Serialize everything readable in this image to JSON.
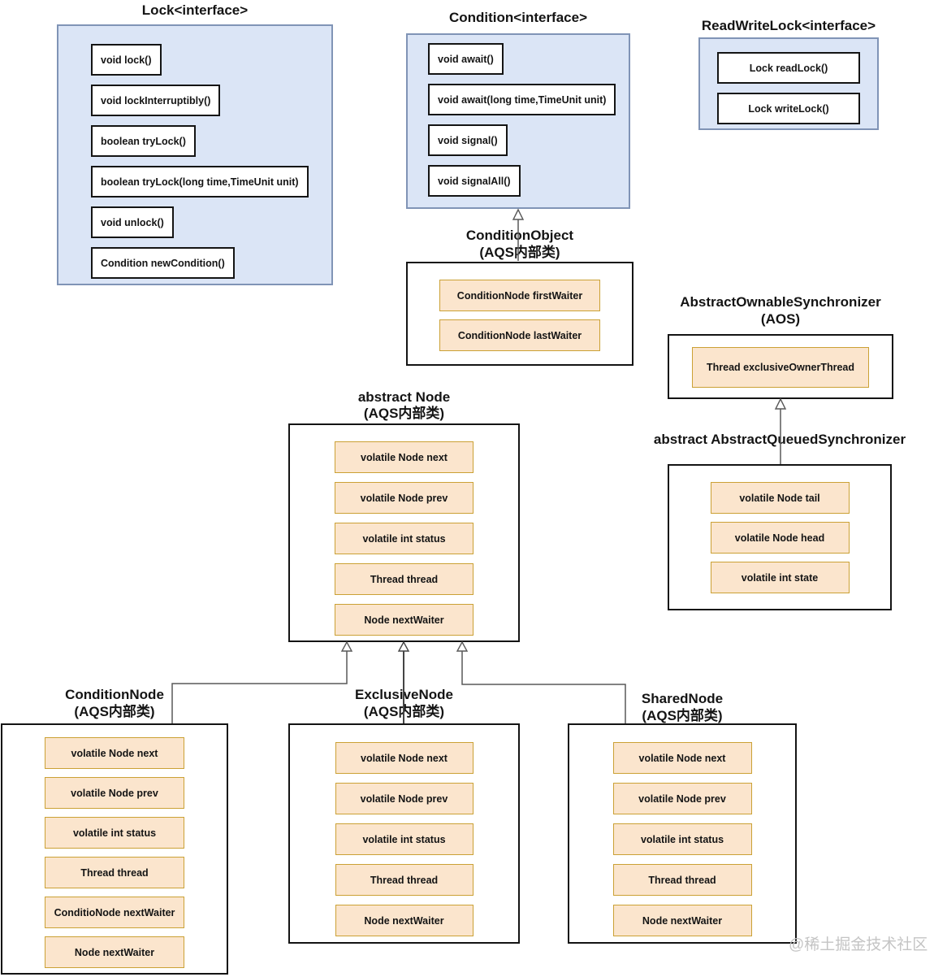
{
  "colors": {
    "blue_fill": "#dbe5f6",
    "blue_border": "#8094b6",
    "orange_fill": "#fbe5cd",
    "orange_border": "#cba135",
    "box_border": "#141414",
    "connector": "#595959",
    "watermark_gray": "#c4c4c4"
  },
  "watermark": "@稀土掘金技术社区",
  "classes": [
    {
      "id": "lock",
      "title": "Lock<interface>",
      "members": [
        "void lock()",
        "void lockInterruptibly()",
        "boolean tryLock()",
        "boolean tryLock(long time,TimeUnit unit)",
        "void unlock()",
        "Condition newCondition()"
      ]
    },
    {
      "id": "condition",
      "title": "Condition<interface>",
      "members": [
        "void await()",
        "void await(long time,TimeUnit unit)",
        "void signal()",
        "void signalAll()"
      ]
    },
    {
      "id": "readwritelock",
      "title": "ReadWriteLock<interface>",
      "members": [
        "Lock readLock()",
        "Lock writeLock()"
      ]
    },
    {
      "id": "condition-object",
      "title": "ConditionObject",
      "subtitle": "(AQS内部类)",
      "members": [
        "ConditionNode firstWaiter",
        "ConditionNode lastWaiter"
      ]
    },
    {
      "id": "aos",
      "title": "AbstractOwnableSynchronizer",
      "subtitle": "(AOS)",
      "members": [
        "Thread exclusiveOwnerThread"
      ]
    },
    {
      "id": "abstract-node",
      "title": "abstract Node",
      "subtitle": "(AQS内部类)",
      "members": [
        "volatile Node next",
        "volatile Node prev",
        "volatile int status",
        "Thread thread",
        "Node nextWaiter"
      ]
    },
    {
      "id": "aqs",
      "title": "abstract AbstractQueuedSynchronizer",
      "members": [
        "volatile Node tail",
        "volatile Node head",
        "volatile int state"
      ]
    },
    {
      "id": "condition-node",
      "title": "ConditionNode",
      "subtitle": "(AQS内部类)",
      "members": [
        "volatile Node next",
        "volatile Node prev",
        "volatile int status",
        "Thread thread",
        "ConditioNode nextWaiter",
        "Node nextWaiter"
      ]
    },
    {
      "id": "exclusive-node",
      "title": "ExclusiveNode",
      "subtitle": "(AQS内部类)",
      "members": [
        "volatile Node next",
        "volatile Node prev",
        "volatile int status",
        "Thread thread",
        "Node nextWaiter"
      ]
    },
    {
      "id": "shared-node",
      "title": "SharedNode",
      "subtitle": "(AQS内部类)",
      "members": [
        "volatile Node next",
        "volatile Node prev",
        "volatile int status",
        "Thread thread",
        "Node nextWaiter"
      ]
    }
  ],
  "relations": [
    {
      "from": "condition-object",
      "to": "condition",
      "type": "inheritance"
    },
    {
      "from": "aqs",
      "to": "aos",
      "type": "inheritance"
    },
    {
      "from": "condition-node",
      "to": "abstract-node",
      "type": "inheritance"
    },
    {
      "from": "exclusive-node",
      "to": "abstract-node",
      "type": "inheritance"
    },
    {
      "from": "shared-node",
      "to": "abstract-node",
      "type": "inheritance"
    }
  ]
}
